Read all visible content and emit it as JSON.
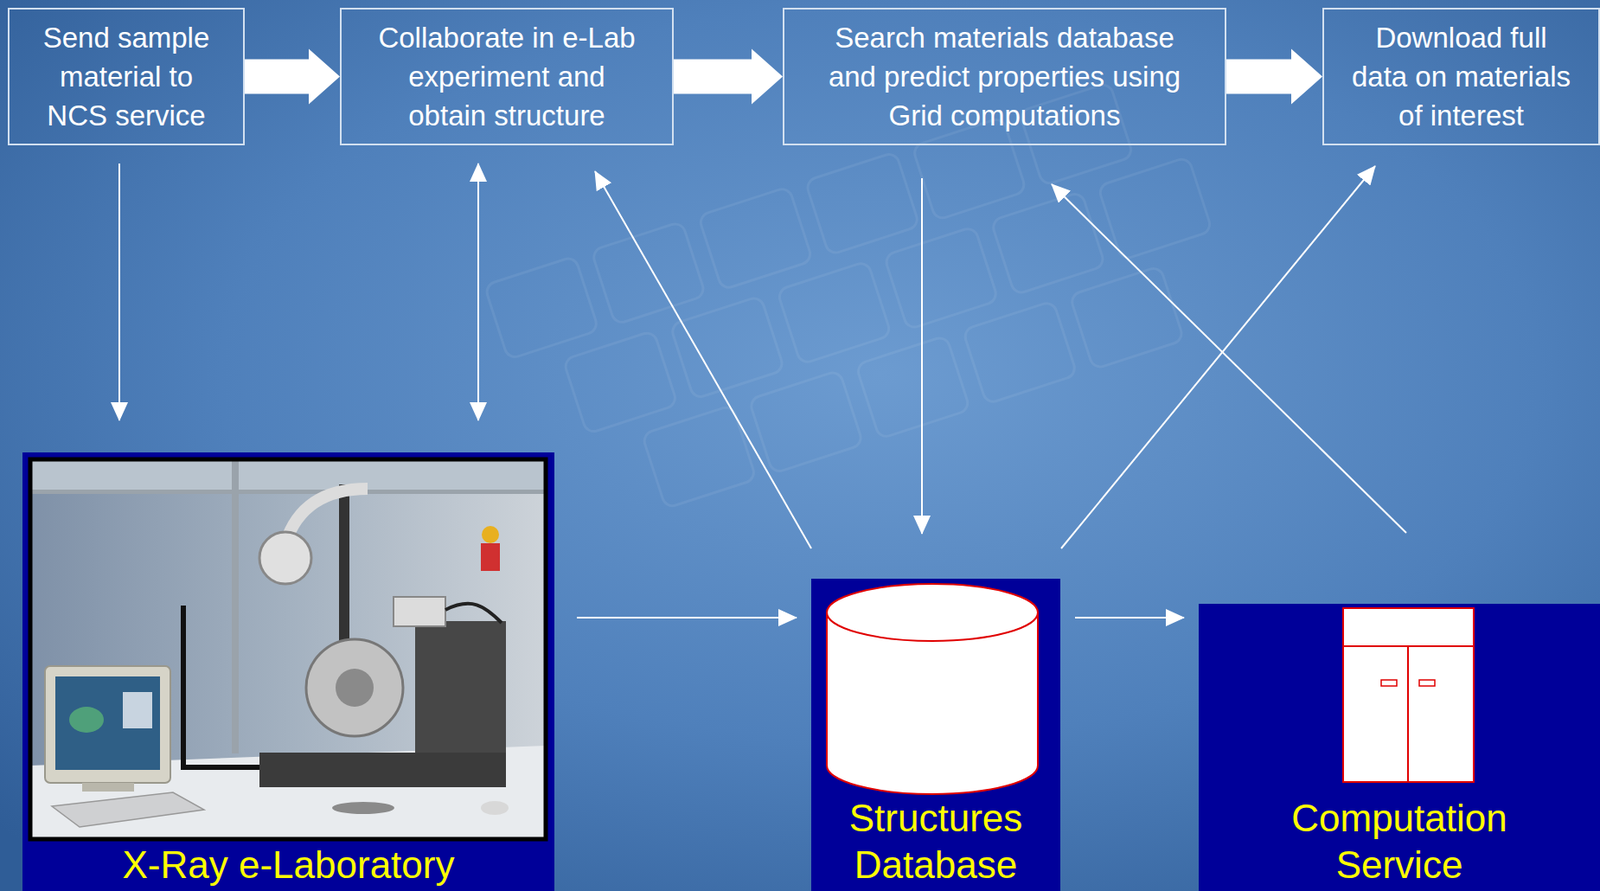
{
  "diagram": {
    "nodes": [
      {
        "text": [
          "Send sample material to NCS service"
        ]
      },
      {
        "text": [
          "Collaborate in e-Lab experiment and obtain structure"
        ]
      },
      {
        "text": [
          "Search materials database and predict properties using Grid computations"
        ]
      },
      {
        "text": [
          "Download full data on materials of interest"
        ]
      },
      {
        "text": [
          "X-Ray e-Laboratory"
        ]
      },
      {
        "text": [
          "Structures Database"
        ]
      },
      {
        "text": [
          "Computation Service"
        ]
      }
    ],
    "edges": [
      {
        "from": 0,
        "to": 1,
        "arrow": "to"
      },
      {
        "from": 1,
        "to": 2,
        "arrow": "to"
      },
      {
        "from": 2,
        "to": 3,
        "arrow": "to"
      },
      {
        "from": 0,
        "to": 4,
        "arrow": "to"
      },
      {
        "from": 1,
        "to": 4,
        "arrow": "both"
      },
      {
        "from": 5,
        "to": 1,
        "arrow": "to"
      },
      {
        "from": 2,
        "to": 5,
        "arrow": "to"
      },
      {
        "from": 5,
        "to": 3,
        "arrow": "to"
      },
      {
        "from": 6,
        "to": 2,
        "arrow": "to"
      },
      {
        "from": 4,
        "to": 5,
        "arrow": "to"
      },
      {
        "from": 5,
        "to": 6,
        "arrow": "to"
      }
    ]
  }
}
